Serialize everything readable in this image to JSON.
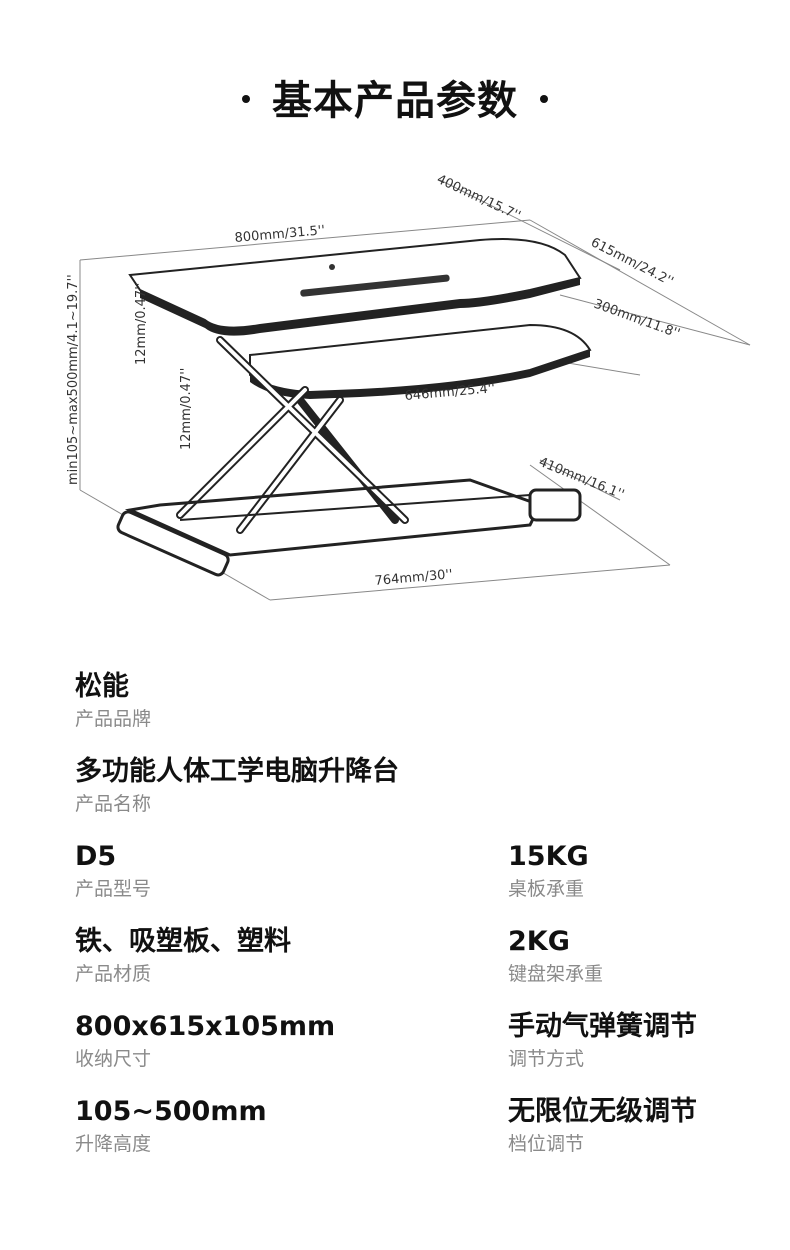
{
  "title": "基本产品参数",
  "dimensions": {
    "top_width": "800mm/31.5''",
    "top_depth_short": "400mm/15.7''",
    "top_depth": "615mm/24.2''",
    "keyboard_depth": "300mm/11.8''",
    "keyboard_width": "646mm/25.4''",
    "base_depth": "410mm/16.1''",
    "base_width": "764mm/30''",
    "height_range": "min105~max500mm/4.1~19.7''",
    "thickness_top": "12mm/0.47''",
    "thickness_keyboard": "12mm/0.47''"
  },
  "specs": {
    "brand": {
      "value": "松能",
      "label": "产品品牌"
    },
    "name": {
      "value": "多功能人体工学电脑升降台",
      "label": "产品名称"
    },
    "model": {
      "value": "D5",
      "label": "产品型号"
    },
    "desk_load": {
      "value": "15KG",
      "label": "桌板承重"
    },
    "material": {
      "value": "铁、吸塑板、塑料",
      "label": "产品材质"
    },
    "keyboard_load": {
      "value": "2KG",
      "label": "键盘架承重"
    },
    "size": {
      "value": "800x615x105mm",
      "label": "收纳尺寸"
    },
    "adjust_mode": {
      "value": "手动气弹簧调节",
      "label": "调节方式"
    },
    "height": {
      "value": "105~500mm",
      "label": "升降高度"
    },
    "gear": {
      "value": "无限位无级调节",
      "label": "档位调节"
    }
  }
}
